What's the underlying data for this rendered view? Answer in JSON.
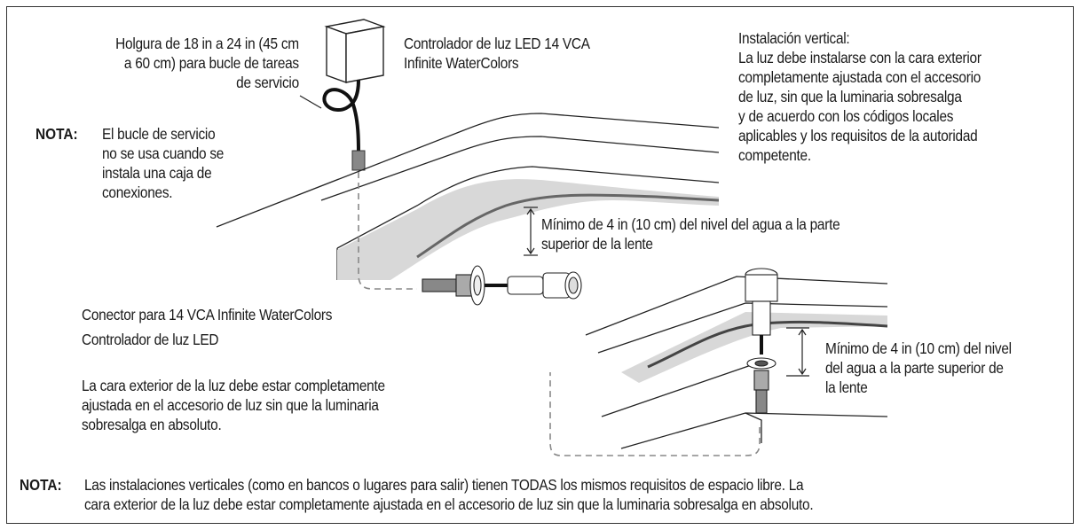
{
  "slack_label": [
    "Holgura de 18 in a 24 in (45 cm",
    "a 60 cm) para bucle de tareas",
    "de servicio"
  ],
  "controller_label": [
    "Controlador de luz LED 14 VCA",
    "Infinite WaterColors"
  ],
  "vertical_install": [
    "Instalación vertical:",
    "La luz debe instalarse con la cara exterior",
    "completamente ajustada con el accesorio",
    "de luz, sin que la luminaria sobresalga",
    "y de acuerdo con los códigos locales",
    "aplicables y los requisitos de la autoridad",
    "competente."
  ],
  "note1": {
    "keyword": "NOTA:",
    "lines": [
      "El bucle de servicio",
      "no se usa cuando se",
      "instala una caja de",
      "conexiones."
    ]
  },
  "min_depth_upper": [
    "Mínimo de 4 in (10 cm) del nivel del agua a la parte",
    "superior de la lente"
  ],
  "connector_label": "Conector para 14 VCA Infinite WaterColors",
  "led_controller_label": "Controlador de luz LED",
  "flush_note": [
    "La cara exterior de la luz debe estar completamente",
    "ajustada en el accesorio de luz sin que la luminaria",
    "sobresalga en absoluto."
  ],
  "min_depth_lower": [
    "Mínimo de 4 in (10 cm) del nivel",
    "del agua a la parte superior de",
    "la lente"
  ],
  "note2": {
    "keyword": "NOTA:",
    "lines": [
      "Las instalaciones verticales (como en bancos o lugares para salir) tienen TODAS los mismos requisitos de espacio libre. La",
      "cara exterior de la luz debe estar completamente ajustada en el accesorio de luz sin que la luminaria sobresalga en absoluto."
    ]
  }
}
